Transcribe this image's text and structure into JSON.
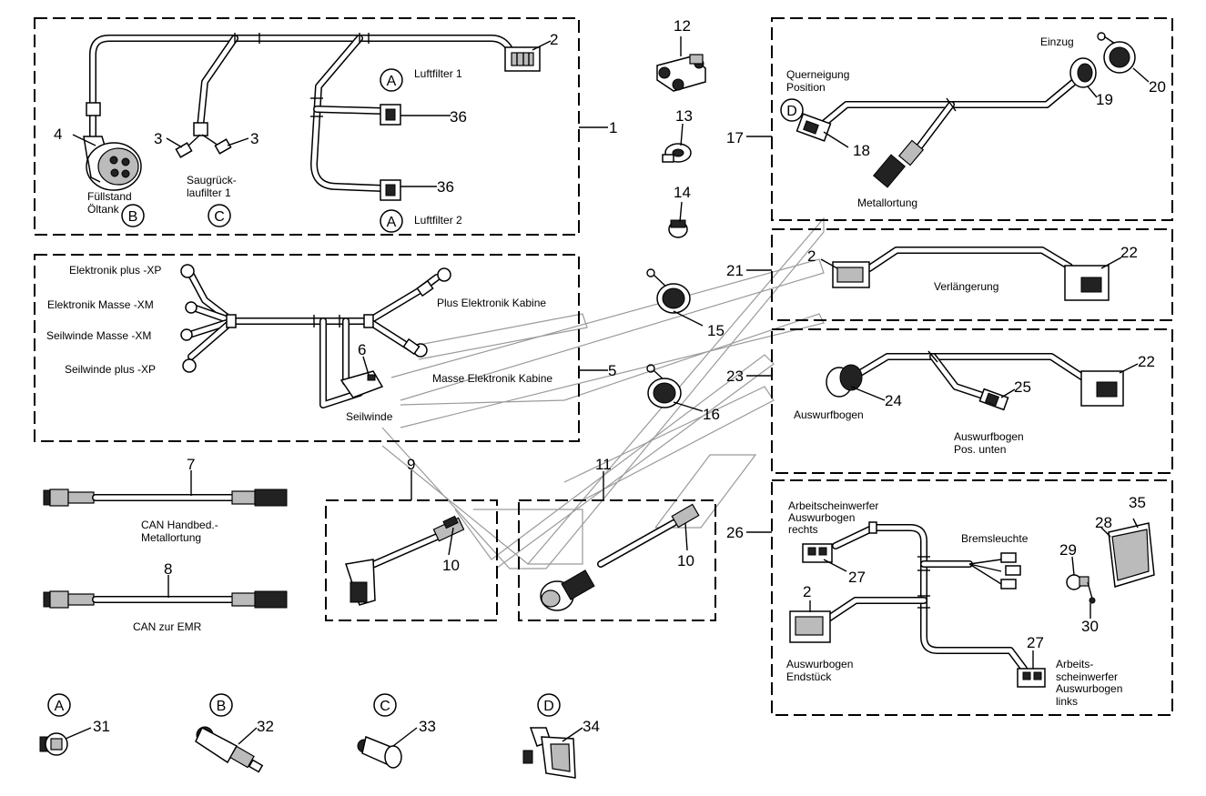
{
  "callouts": {
    "n1": "1",
    "n2a": "2",
    "n3a": "3",
    "n3b": "3",
    "n4": "4",
    "n5": "5",
    "n6": "6",
    "n7": "7",
    "n8": "8",
    "n9": "9",
    "n10a": "10",
    "n10b": "10",
    "n11": "11",
    "n12": "12",
    "n13": "13",
    "n14": "14",
    "n15": "15",
    "n16": "16",
    "n17": "17",
    "n18": "18",
    "n19": "19",
    "n20": "20",
    "n21": "21",
    "n2b": "2",
    "n22a": "22",
    "n23": "23",
    "n24": "24",
    "n25": "25",
    "n22b": "22",
    "n26": "26",
    "n2c": "2",
    "n27a": "27",
    "n27b": "27",
    "n28": "28",
    "n29": "29",
    "n30": "30",
    "n35": "35",
    "n31": "31",
    "n32": "32",
    "n33": "33",
    "n34": "34",
    "n36a": "36",
    "n36b": "36"
  },
  "letters": {
    "a_top": "A",
    "a_mid": "A",
    "b_tank": "B",
    "c_filter": "C",
    "d_top": "D",
    "a_legend": "A",
    "b_legend": "B",
    "c_legend": "C",
    "d_legend": "D"
  },
  "labels": {
    "luftfilter1": "Luftfilter 1",
    "luftfilter2": "Luftfilter 2",
    "fuellstand": "Füllstand",
    "oeltank": "Öltank",
    "saugrueck1": "Saugrück-",
    "saugrueck2": "laufilter 1",
    "el_plus_xp": "Elektronik plus -XP",
    "el_masse_xm": "Elektronik Masse -XM",
    "seil_masse_xm": "Seilwinde Masse -XM",
    "seil_plus_xp": "Seilwinde plus -XP",
    "plus_el_kabine": "Plus Elektronik Kabine",
    "masse_el_kabine": "Masse Elektronik Kabine",
    "seilwinde": "Seilwinde",
    "can_handbed1": "CAN Handbed.-",
    "can_handbed2": "Metallortung",
    "can_emr": "CAN zur EMR",
    "einzug": "Einzug",
    "querneigung1": "Querneigung",
    "querneigung2": "Position",
    "metallortung": "Metallortung",
    "verlaengerung": "Verlängerung",
    "auswurfbogen": "Auswurfbogen",
    "auswurf_pos1": "Auswurfbogen",
    "auswurf_pos2": "Pos. unten",
    "asw_rechts1": "Arbeitscheinwerfer",
    "asw_rechts2": "Auswurbogen",
    "asw_rechts3": "rechts",
    "bremsleuchte": "Bremsleuchte",
    "endstueck1": "Auswurbogen",
    "endstueck2": "Endstück",
    "asw_links1": "Arbeits-",
    "asw_links2": "scheinwerfer",
    "asw_links3": "Auswurbogen",
    "asw_links4": "links"
  }
}
